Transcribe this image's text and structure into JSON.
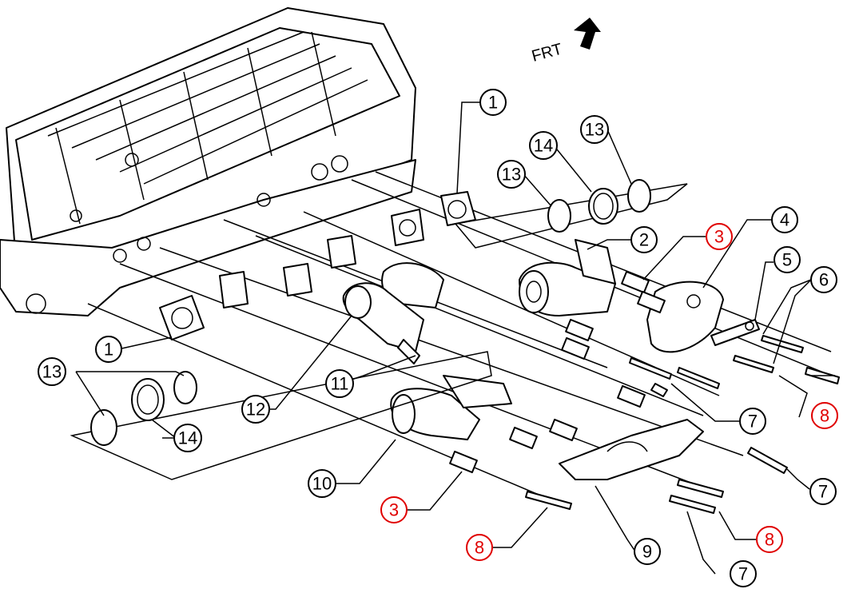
{
  "direction_label": "FRT",
  "colors": {
    "line": "#000000",
    "highlight": "#e00000"
  },
  "callouts": [
    {
      "label": "1",
      "highlight": false
    },
    {
      "label": "1",
      "highlight": false
    },
    {
      "label": "2",
      "highlight": false
    },
    {
      "label": "3",
      "highlight": true
    },
    {
      "label": "3",
      "highlight": true
    },
    {
      "label": "4",
      "highlight": false
    },
    {
      "label": "5",
      "highlight": false
    },
    {
      "label": "6",
      "highlight": false
    },
    {
      "label": "7",
      "highlight": false
    },
    {
      "label": "7",
      "highlight": false
    },
    {
      "label": "7",
      "highlight": false
    },
    {
      "label": "8",
      "highlight": true
    },
    {
      "label": "8",
      "highlight": true
    },
    {
      "label": "8",
      "highlight": true
    },
    {
      "label": "9",
      "highlight": false
    },
    {
      "label": "10",
      "highlight": false
    },
    {
      "label": "11",
      "highlight": false
    },
    {
      "label": "12",
      "highlight": false
    },
    {
      "label": "13",
      "highlight": false
    },
    {
      "label": "13",
      "highlight": false
    },
    {
      "label": "13",
      "highlight": false
    },
    {
      "label": "14",
      "highlight": false
    },
    {
      "label": "14",
      "highlight": false
    }
  ]
}
